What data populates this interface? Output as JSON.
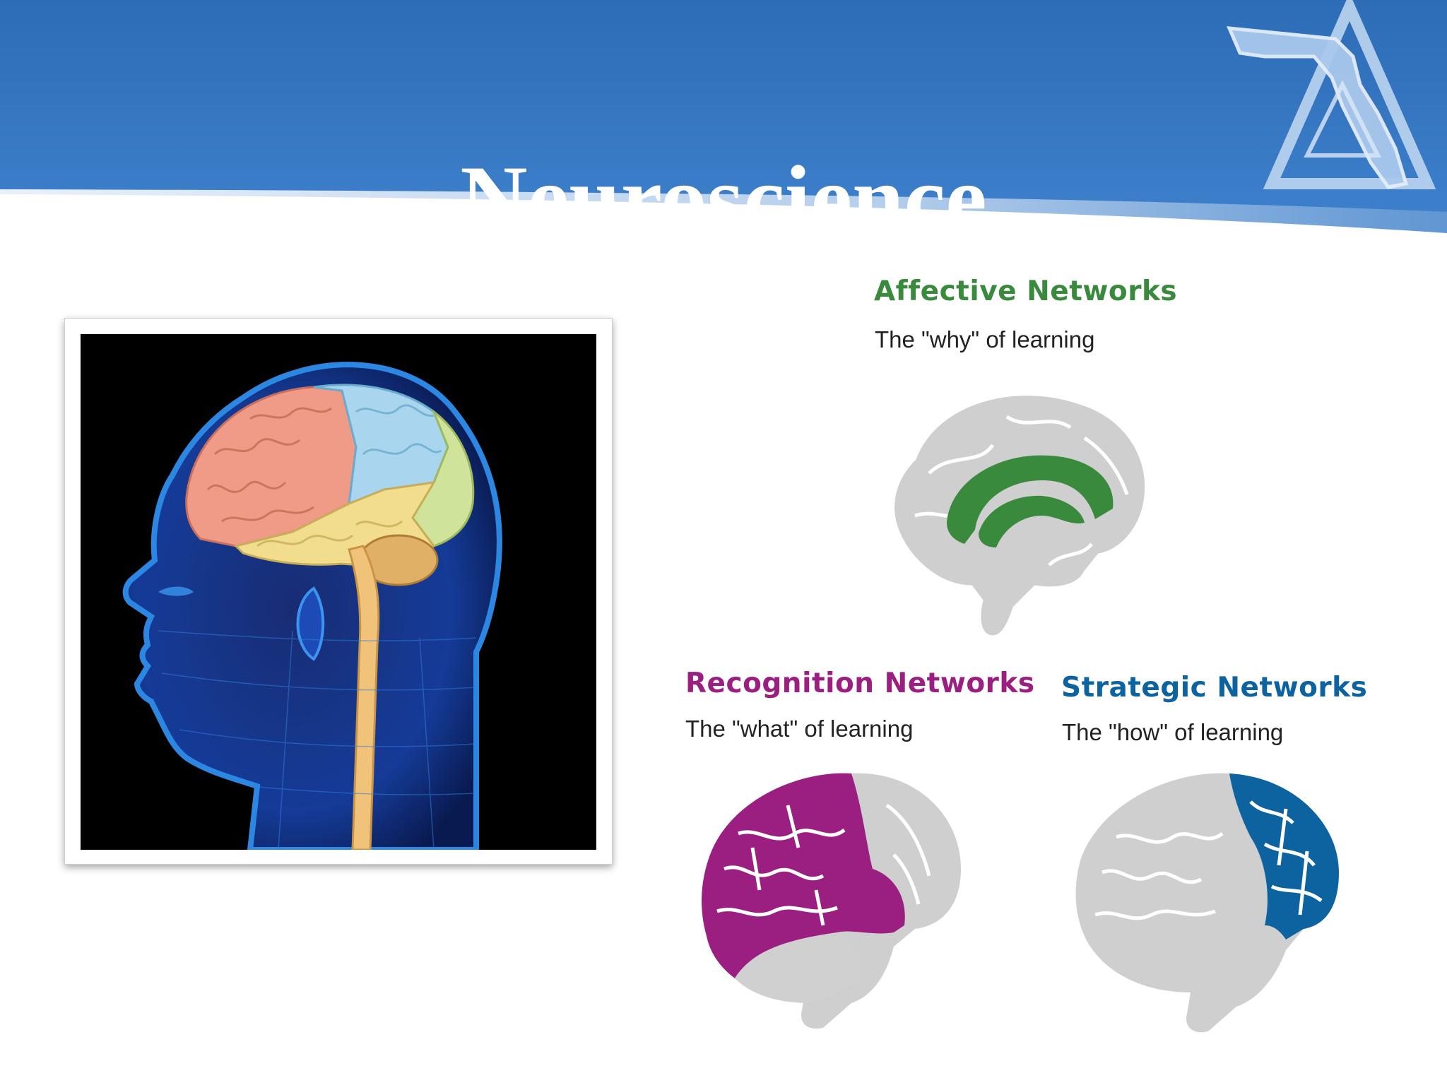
{
  "slide": {
    "title": "Neuroscience",
    "banner_color": "#3a78c2",
    "banner_light": "#8fb3de"
  },
  "networks": {
    "affective": {
      "title": "Affective Networks",
      "subtitle": "The \"why\" of learning",
      "color": "#3a8a3e"
    },
    "recognition": {
      "title": "Recognition Networks",
      "subtitle": "The \"what\" of learning",
      "color": "#9a1f80"
    },
    "strategic": {
      "title": "Strategic Networks",
      "subtitle": "The \"how\" of learning",
      "color": "#0d63a0"
    }
  }
}
